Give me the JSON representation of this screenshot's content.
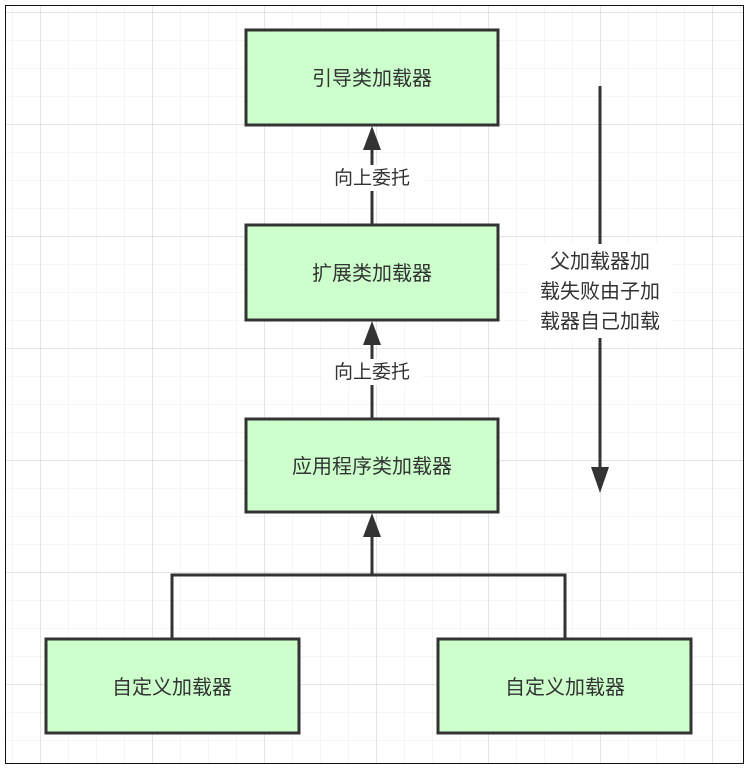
{
  "diagram": {
    "nodes": [
      {
        "id": "bootstrap",
        "label": "引导类加载器"
      },
      {
        "id": "extension",
        "label": "扩展类加载器"
      },
      {
        "id": "application",
        "label": "应用程序类加载器"
      },
      {
        "id": "custom1",
        "label": "自定义加载器"
      },
      {
        "id": "custom2",
        "label": "自定义加载器"
      }
    ],
    "edges": [
      {
        "from": "extension",
        "to": "bootstrap",
        "label": "向上委托"
      },
      {
        "from": "application",
        "to": "extension",
        "label": "向上委托"
      },
      {
        "from": "custom1",
        "to": "application",
        "label": ""
      },
      {
        "from": "custom2",
        "to": "application",
        "label": ""
      }
    ],
    "side_note": {
      "direction": "down",
      "lines": [
        "父加载器加",
        "载失败由子加",
        "载器自己加载"
      ]
    }
  },
  "colors": {
    "node_fill": "#ccffcc",
    "stroke": "#333333",
    "text": "#333333"
  }
}
